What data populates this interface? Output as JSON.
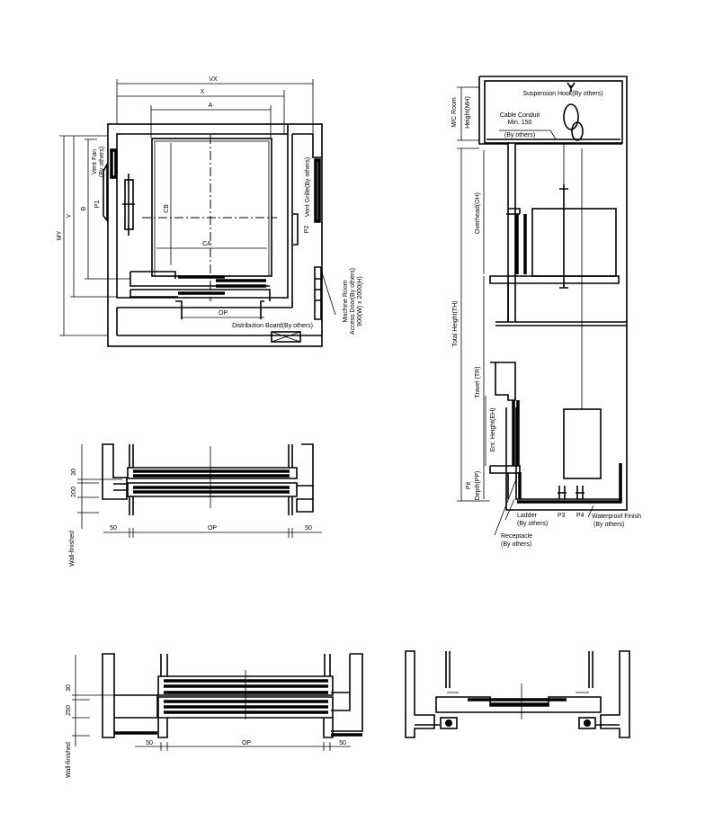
{
  "plan": {
    "dims": {
      "vx": "VX",
      "x": "X",
      "a": "A",
      "my": "MY",
      "y": "Y",
      "b": "B",
      "p1": "P1",
      "cb": "CB",
      "ca": "CA",
      "op": "OP",
      "p2": "P2"
    },
    "vent_fan": [
      "Vent Fan",
      "(By others)"
    ],
    "vent_grille": "Vent Grille(By others)",
    "distribution_board": "Distribution Board(By others)",
    "access_door": [
      "Machine Room",
      "Access Door(By others)",
      "900(W) x 2000(H)"
    ]
  },
  "section": {
    "suspension_hook": "Suspension Hook(By others)",
    "cable_conduit": [
      "Cable Conduit",
      "Min. 150",
      "(By others)"
    ],
    "mc_room_height": [
      "M/C Room",
      "Height(MH)"
    ],
    "overhead": "Overhead(OH)",
    "total_height": "Total Height(TH)",
    "travel": "Travel (TR)",
    "ent_height": "Ent. Height(EH)",
    "pit_depth": [
      "Pit",
      "Depth(PP)"
    ],
    "ladder": [
      "Ladder",
      "(By others)"
    ],
    "receptacle": [
      "Receptacle",
      "(By others)"
    ],
    "p3": "P3",
    "p4": "P4",
    "waterproof": [
      "Waterproof Finish",
      "(By others)"
    ]
  },
  "sill1": {
    "d30": "30",
    "d200": "200",
    "left50": "50",
    "right50": "50",
    "op": "OP",
    "wall": "Wall-finished"
  },
  "sill2": {
    "d30": "30",
    "d250": "250",
    "left50": "50",
    "right50": "50",
    "op": "OP",
    "wall": "Wall-finished"
  }
}
